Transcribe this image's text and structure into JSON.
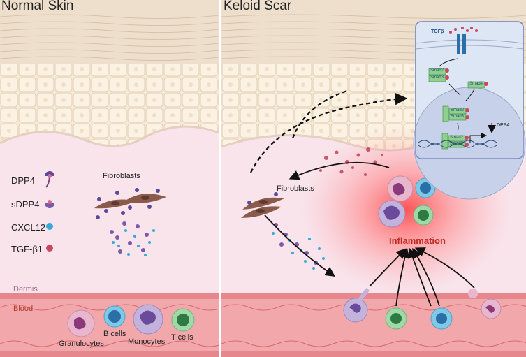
{
  "panels": {
    "left_title": "Normal Skin",
    "right_title": "Keloid Scar"
  },
  "legend": [
    {
      "label": "DPP4",
      "icon": "dpp4-receptor-icon"
    },
    {
      "label": "sDPP4",
      "icon": "sdpp4-icon"
    },
    {
      "label": "CXCL12",
      "icon": "cxcl12-dot-icon"
    },
    {
      "label": "TGF-β1",
      "icon": "tgf-beta1-dot-icon"
    }
  ],
  "labels": {
    "fibroblasts_left": "Fibroblasts",
    "fibroblasts_right": "Fibroblasts",
    "dermis": "Dermis",
    "blood": "Blood",
    "granulocytes": "Granulocytes",
    "b_cells": "B cells",
    "monocytes": "Monocytes",
    "t_cells": "T cells",
    "inflammation": "Inflammation"
  },
  "pathway": {
    "tgfb": "TGFβ",
    "smad2": "Smad2",
    "smad3": "Smad3",
    "smad4": "Smad4",
    "dpp4": "DPP4"
  },
  "colors": {
    "skin_cell": "#f6ead6",
    "dermis": "#f9e4ec",
    "blood": "#f0a0a4",
    "cxcl12": "#36a9d8",
    "tgf_beta1": "#c8485e",
    "inflammation": "#ff5a5a",
    "fibroblast": "#8a5a4a"
  }
}
